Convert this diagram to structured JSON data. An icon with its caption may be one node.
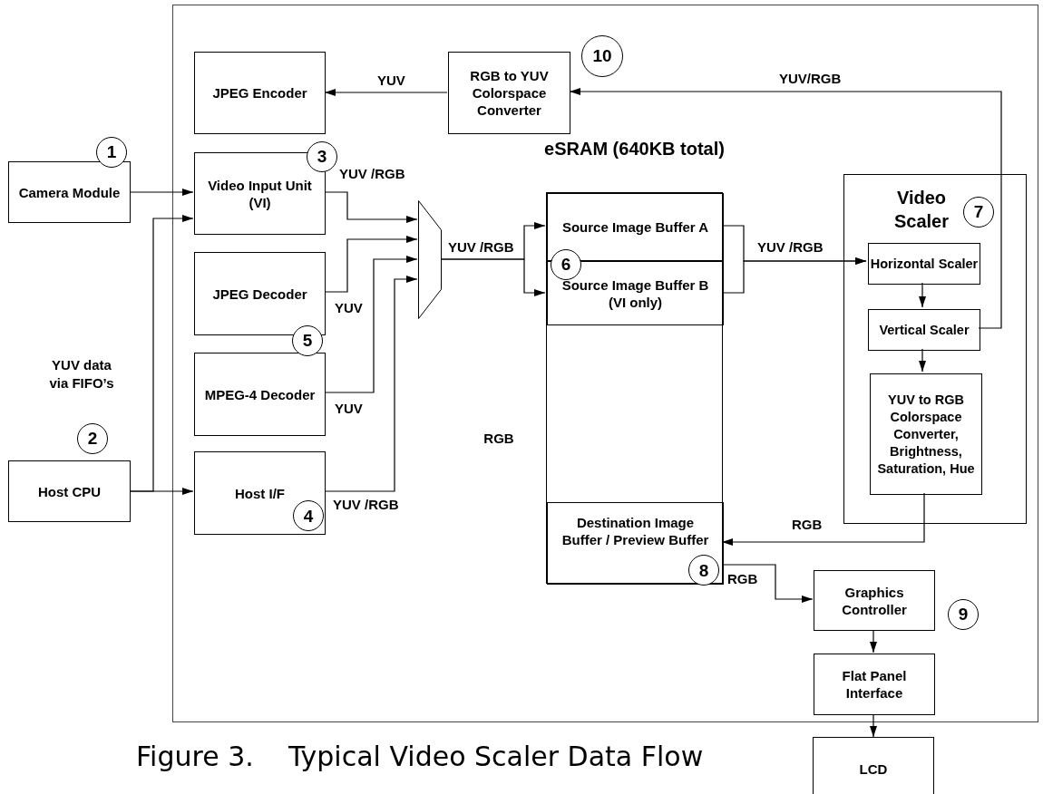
{
  "diagram": {
    "caption": "Figure 3.    Typical Video Scaler Data Flow",
    "nodes": [
      {
        "text": [],
        "shape": "box"
      },
      {
        "text": [
          "Camera Module"
        ]
      },
      {
        "text": [
          "Host CPU"
        ]
      },
      {
        "text": [
          "JPEG Encoder"
        ],
        "in": 0
      },
      {
        "text": [
          "RGB to YUV Colorspace Converter"
        ],
        "in": 0
      },
      {
        "text": [
          "Video Input Unit (VI)"
        ],
        "in": 0
      },
      {
        "text": [
          "JPEG Decoder"
        ],
        "in": 0
      },
      {
        "text": [
          "MPEG-4 Decoder"
        ],
        "in": 0
      },
      {
        "text": [
          "Host I/F"
        ],
        "in": 0
      },
      {
        "text": [],
        "shape": "trapezoid",
        "in": 0
      },
      {
        "text": [
          "eSRAM (640KB total)"
        ],
        "in": 0
      },
      {
        "text": [
          "Source Image Buffer A"
        ],
        "in": 10
      },
      {
        "text": [
          "Source Image Buffer B (VI only)"
        ],
        "in": 10
      },
      {
        "text": [
          "Destination Image Buffer / Preview Buffer"
        ],
        "in": 10
      },
      {
        "text": [
          "Video Scaler"
        ],
        "in": 0
      },
      {
        "text": [
          "Horizontal Scaler"
        ],
        "in": 14
      },
      {
        "text": [
          "Vertical Scaler"
        ],
        "in": 14
      },
      {
        "text": [
          "YUV to RGB Colorspace Converter, Brightness, Saturation, Hue"
        ],
        "in": 14
      },
      {
        "text": [
          "Graphics Controller"
        ],
        "in": 0
      },
      {
        "text": [
          "Flat Panel Interface"
        ],
        "in": 0
      },
      {
        "text": [
          "LCD"
        ]
      },
      {
        "text": [
          "1"
        ]
      },
      {
        "text": [
          "2"
        ]
      },
      {
        "text": [
          "3"
        ],
        "in": 0
      },
      {
        "text": [
          "4"
        ],
        "in": 8
      },
      {
        "text": [
          "5"
        ],
        "in": 0
      },
      {
        "text": [
          "6"
        ],
        "in": 10
      },
      {
        "text": [
          "7"
        ],
        "in": 14
      },
      {
        "text": [
          "8"
        ],
        "in": 13
      },
      {
        "text": [
          "9"
        ],
        "in": 0
      },
      {
        "text": [
          "10"
        ],
        "in": 0
      }
    ],
    "edges": [
      {
        "from": 1,
        "to": 5,
        "arrow": "to"
      },
      {
        "from": 2,
        "to": 8,
        "arrow": "to"
      },
      {
        "from": 2,
        "to": 5,
        "arrow": "to"
      },
      {
        "from": 4,
        "to": 3,
        "arrow": "to",
        "label": "YUV"
      },
      {
        "from": 16,
        "to": 4,
        "arrow": "to",
        "label": "YUV/RGB"
      },
      {
        "from": 5,
        "to": 9,
        "arrow": "to",
        "label": "YUV /RGB"
      },
      {
        "from": 6,
        "to": 9,
        "arrow": "to",
        "label": "YUV"
      },
      {
        "from": 7,
        "to": 9,
        "arrow": "to",
        "label": "YUV"
      },
      {
        "from": 8,
        "to": 9,
        "arrow": "to",
        "label": "YUV /RGB"
      },
      {
        "from": 9,
        "to": 11,
        "arrow": "to",
        "label": "YUV /RGB"
      },
      {
        "from": 9,
        "to": 12,
        "arrow": "to"
      },
      {
        "from": 11,
        "to": 15,
        "arrow": "to",
        "label": "YUV /RGB"
      },
      {
        "from": 12,
        "to": 15,
        "arrow": "to"
      },
      {
        "from": 15,
        "to": 16,
        "arrow": "to"
      },
      {
        "from": 16,
        "to": 17,
        "arrow": "to"
      },
      {
        "from": 17,
        "to": 13,
        "arrow": "to",
        "label": "RGB"
      },
      {
        "from": 13,
        "to": 18,
        "arrow": "to",
        "label": "RGB"
      },
      {
        "from": 18,
        "to": 19,
        "arrow": "to"
      },
      {
        "from": 19,
        "to": 20,
        "arrow": "to"
      }
    ],
    "labels": [
      "YUV data via FIFO’s",
      "RGB"
    ]
  }
}
